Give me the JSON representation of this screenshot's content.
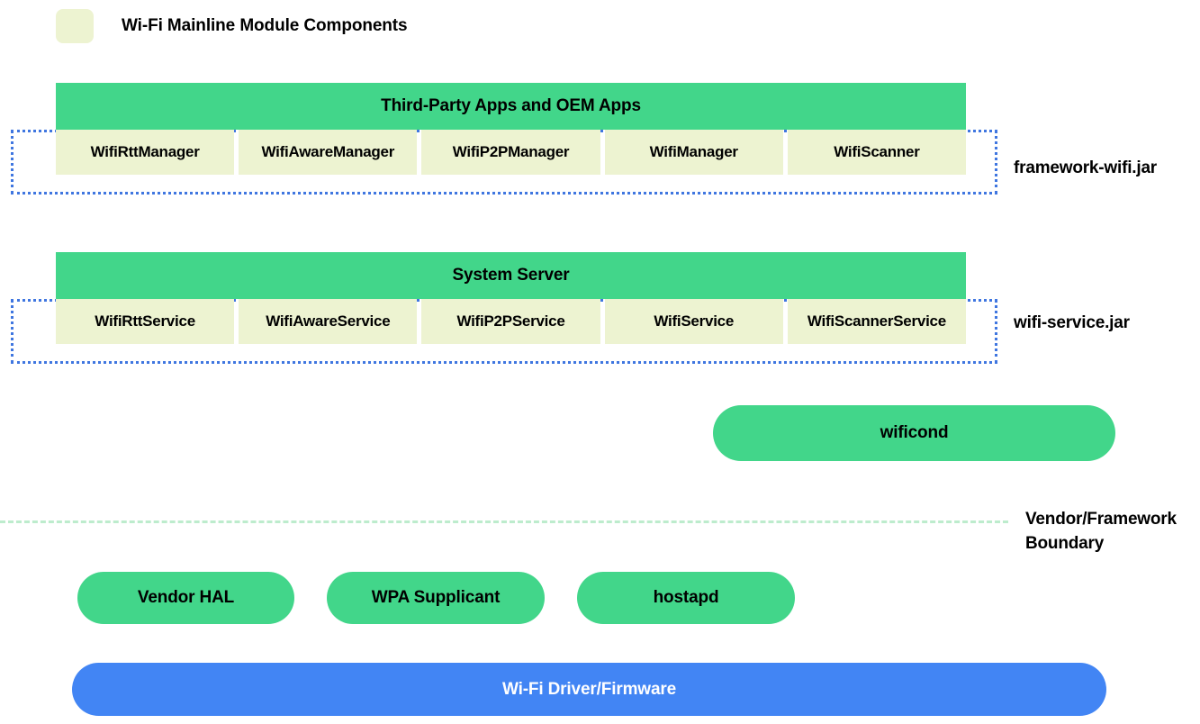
{
  "legend": {
    "swatch_color": "#edf3d1",
    "label": "Wi-Fi Mainline Module Components"
  },
  "colors": {
    "green": "#42d68a",
    "light_green_yellow": "#edf3d1",
    "blue": "#4285f4",
    "dotted_boundary_blue": "#3f76e0",
    "boundary_line_green": "#bdeccd"
  },
  "layers": [
    {
      "band_title": "Third-Party Apps and OEM Apps",
      "jar_label": "framework-wifi.jar",
      "children": [
        {
          "label": "WifiRttManager"
        },
        {
          "label": "WifiAwareManager"
        },
        {
          "label": "WifiP2PManager"
        },
        {
          "label": "WifiManager"
        },
        {
          "label": "WifiScanner"
        }
      ]
    },
    {
      "band_title": "System Server",
      "jar_label": "wifi-service.jar",
      "children": [
        {
          "label": "WifiRttService"
        },
        {
          "label": "WifiAwareService"
        },
        {
          "label": "WifiP2PService"
        },
        {
          "label": "WifiService"
        },
        {
          "label": "WifiScannerService"
        }
      ]
    }
  ],
  "wificond": {
    "label": "wificond"
  },
  "boundary": {
    "label": "Vendor/Framework\nBoundary",
    "line1": "Vendor/Framework",
    "line2": "Boundary"
  },
  "vendor_blocks": [
    {
      "label": "Vendor HAL"
    },
    {
      "label": "WPA Supplicant"
    },
    {
      "label": "hostapd"
    }
  ],
  "driver": {
    "label": "Wi-Fi Driver/Firmware"
  }
}
